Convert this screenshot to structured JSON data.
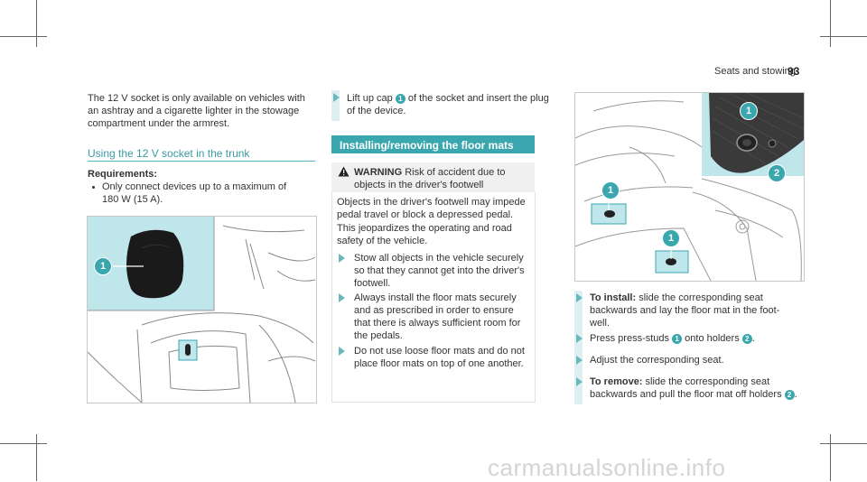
{
  "header": {
    "section_title": "Seats and stowing",
    "page_number": "93"
  },
  "left": {
    "intro": "The 12 V socket is only available on vehicles with an ashtray and a cigarette lighter in the stowage compartment under the armrest.",
    "heading": "Using the 12 V socket in the trunk",
    "requirements_label": "Requirements:",
    "requirement_item": "Only connect devices up to a maximum of 180 W (15 A).",
    "figure_callout": "1"
  },
  "middle": {
    "step1_pre": "Lift up cap",
    "step1_badge": "1",
    "step1_post": "of the socket and insert the plug of the device.",
    "section_heading": "Installing/removing the floor mats",
    "warning_label": "WARNING",
    "warning_title": "Risk of accident due to objects in the driver's footwell",
    "warning_p1": "Objects in the driver's footwell may impede pedal travel or block a depressed pedal.",
    "warning_p2": "This jeopardizes the operating and road safety of the vehicle.",
    "warning_bullets": [
      "Stow all objects in the vehicle securely so that they cannot get into the driver's footwell.",
      "Always install the floor mats securely and as prescribed in order to ensure that there is always sufficient room for the pedals.",
      "Do not use loose floor mats and do not place floor mats on top of one another."
    ]
  },
  "right": {
    "figure_callouts": [
      "1",
      "2",
      "1",
      "1"
    ],
    "step1_label": "To install:",
    "step1_text": "slide the corresponding seat backwards and lay the floor mat in the foot-well.",
    "step2_pre": "Press press-studs",
    "step2_badge1": "1",
    "step2_mid": "onto holders",
    "step2_badge2": "2",
    "step2_post": ".",
    "step3_text": "Adjust the corresponding seat.",
    "step4_label": "To remove:",
    "step4_text": "slide the corresponding seat backwards and pull the floor mat off holders",
    "step4_badge": "2",
    "step4_post": "."
  },
  "footer": {
    "watermark": "carmanualsonline.info"
  },
  "colors": {
    "accent": "#3aa6ae",
    "figure_inset": "#bfe6ea",
    "warning_bg": "#f0f0f0"
  }
}
